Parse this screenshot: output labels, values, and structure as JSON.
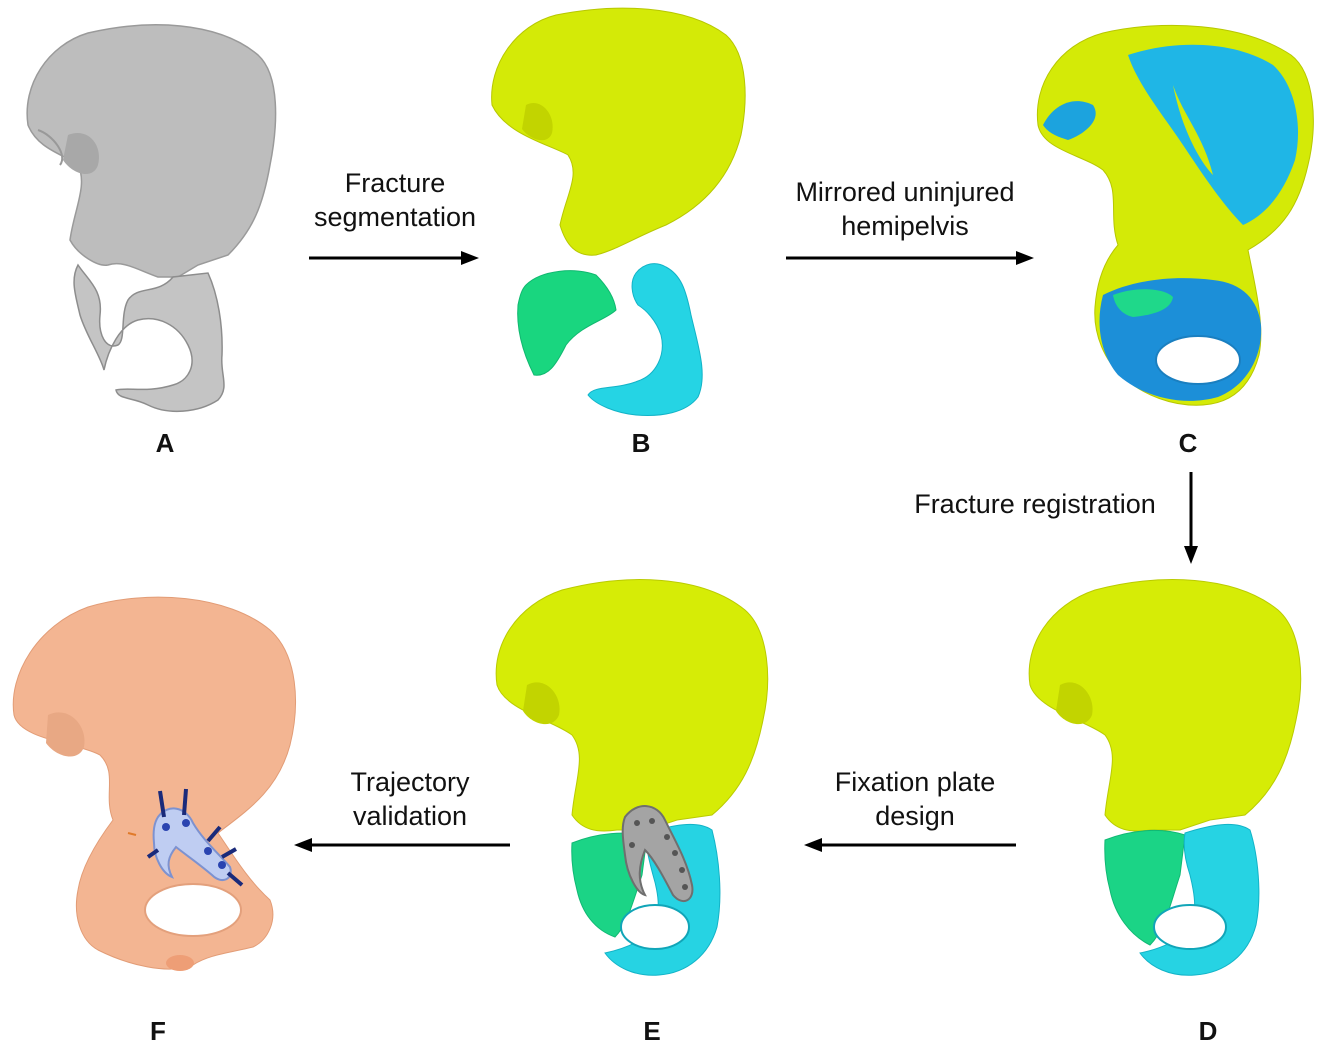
{
  "panels": {
    "a": {
      "label": "A"
    },
    "b": {
      "label": "B"
    },
    "c": {
      "label": "C"
    },
    "d": {
      "label": "D"
    },
    "e": {
      "label": "E"
    },
    "f": {
      "label": "F"
    }
  },
  "steps": {
    "segmentation": {
      "line1": "Fracture",
      "line2": "segmentation"
    },
    "mirroring": {
      "line1": "Mirrored uninjured",
      "line2": "hemipelvis"
    },
    "registration": {
      "line1": "Fracture registration"
    },
    "plate_design": {
      "line1": "Fixation plate",
      "line2": "design"
    },
    "validation": {
      "line1": "Trajectory",
      "line2": "validation"
    }
  },
  "colors": {
    "bone_gray": "#b9b9b9",
    "ilium_yellow": "#d8ec05",
    "fragment_green": "#19d88a",
    "fragment_cyan": "#22d6e6",
    "mirror_blue": "#1ca3de",
    "bone_peach": "#f2b48f",
    "plate_gray": "#9a9a9a",
    "plate_blue": "#b8c8f0",
    "screw_navy": "#1a2a7a"
  }
}
